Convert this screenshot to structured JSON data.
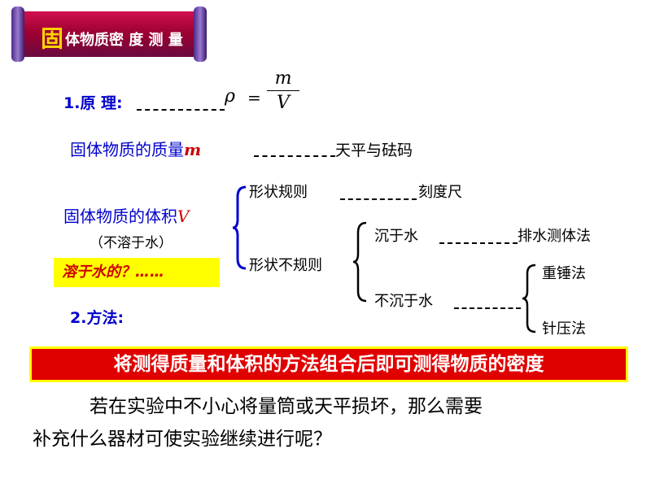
{
  "title": {
    "first_char": "固",
    "rest": "体物质密 度 测 量"
  },
  "principle": {
    "label": "1.原 理:",
    "rho": "ρ",
    "equals": "=",
    "numerator": "m",
    "denominator": "V"
  },
  "mass": {
    "label": "固体物质的质量",
    "symbol": "m",
    "tool": "天平与砝码"
  },
  "volume": {
    "label": "固体物质的体积",
    "symbol": "V",
    "note": "（不溶于水）"
  },
  "regular": {
    "label": "形状规则",
    "tool": "刻度尺"
  },
  "irregular": {
    "label": "形状不规则"
  },
  "sink": {
    "label": "沉于水",
    "method": "排水测体法"
  },
  "float": {
    "label": "不沉于水",
    "methods": [
      "重锤法",
      "针压法"
    ]
  },
  "dissolve": {
    "label": "溶于水的？……"
  },
  "method": {
    "label": "2.方法:"
  },
  "summary": "将测得质量和体积的方法组合后即可测得物质的密度",
  "question": {
    "line1": "若在实验中不小心将量筒或天平损坏，那么需要",
    "line2": "补充什么器材可使实验继续进行呢？"
  },
  "colors": {
    "accent_blue": "#0000cc",
    "accent_red": "#cc0000",
    "banner": "#b00040",
    "highlight": "#ffff00"
  }
}
